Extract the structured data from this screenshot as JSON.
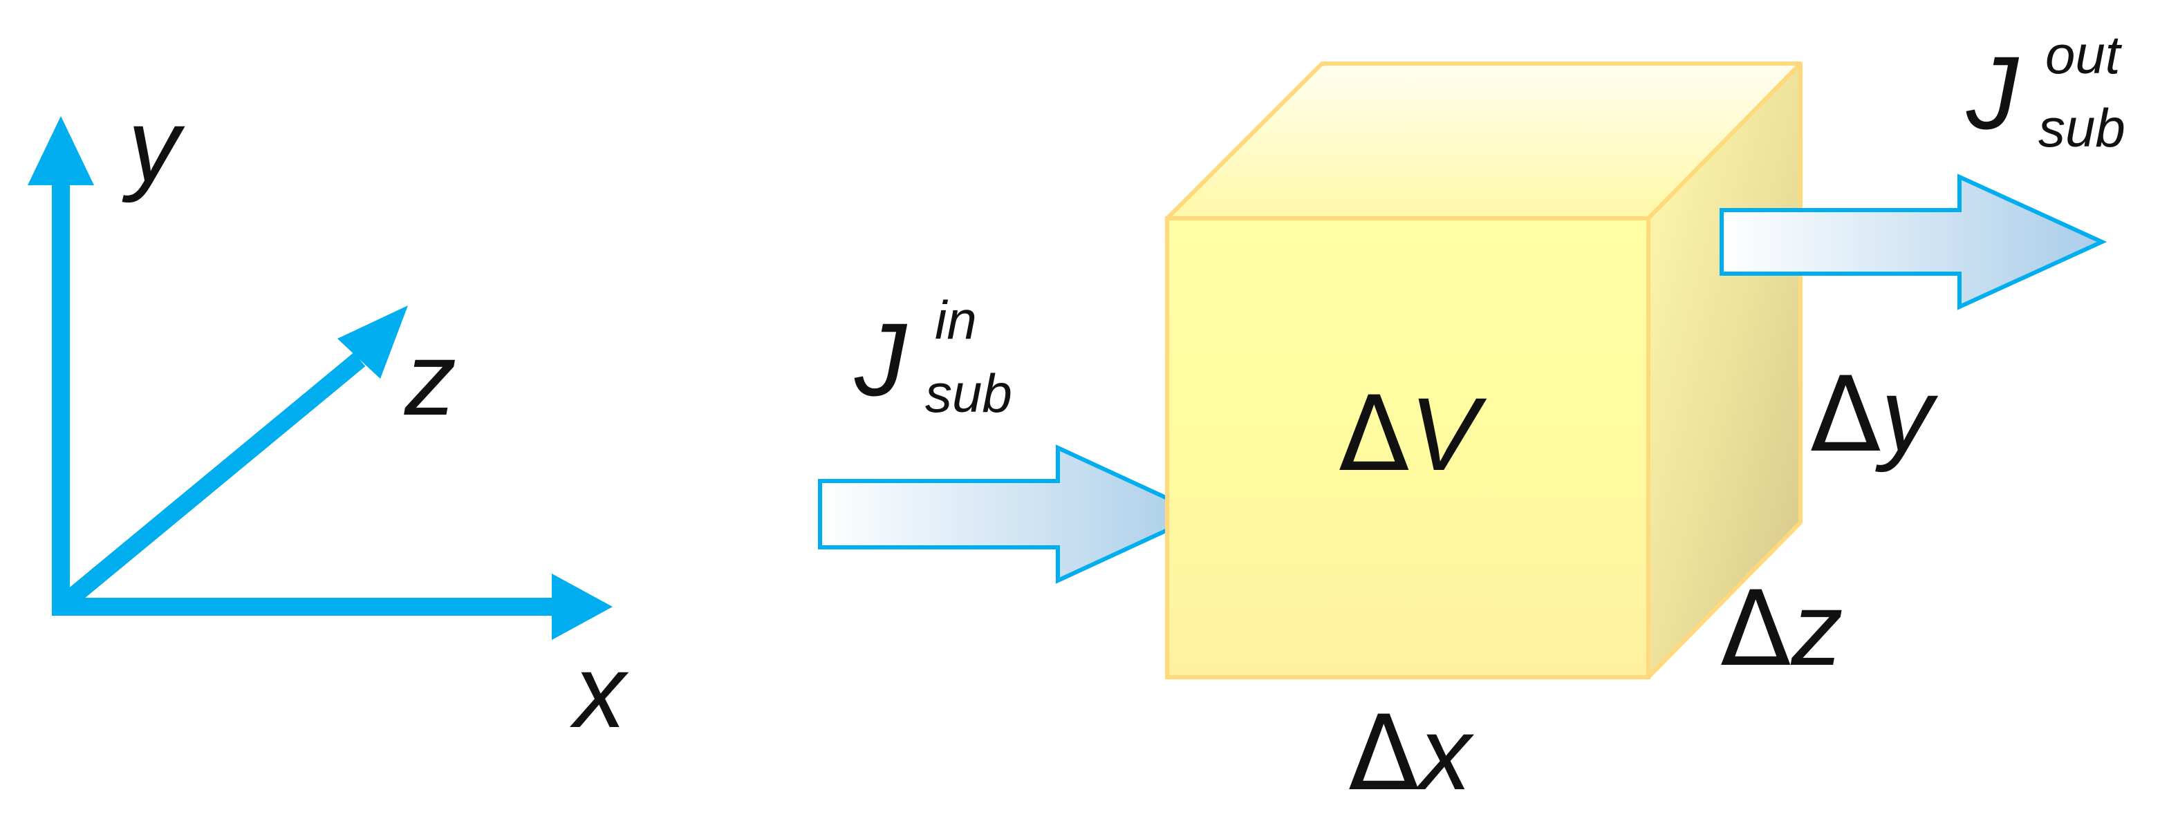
{
  "axes": {
    "x_label": "x",
    "y_label": "y",
    "z_label": "z",
    "color": "#00aeef"
  },
  "flux_in": {
    "symbol": "J",
    "superscript": "in",
    "subscript": "sub"
  },
  "flux_out": {
    "symbol": "J",
    "superscript": "out",
    "subscript": "sub"
  },
  "cube": {
    "volume_label": "V",
    "dx_label": "x",
    "dy_label": "y",
    "dz_label": "z",
    "delta_symbol": "Δ",
    "face_color": "#fff7a8",
    "edge_color": "#ffd97a"
  }
}
